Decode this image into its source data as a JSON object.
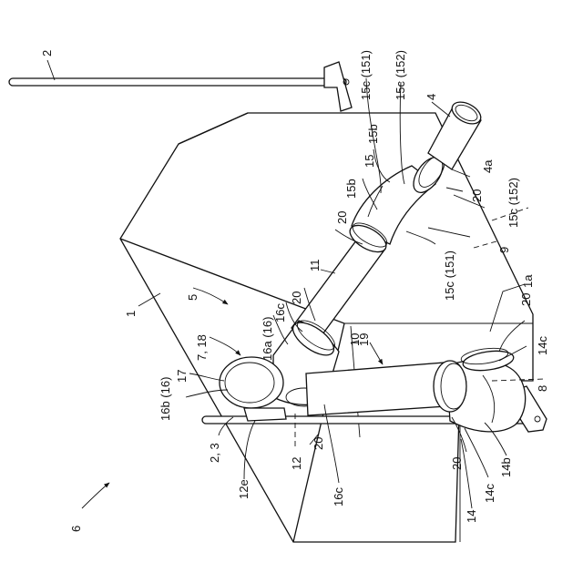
{
  "labels": {
    "l2_top": "2",
    "l15c151_top": "15c (151)",
    "l15c152_top": "15c (152)",
    "l4": "4",
    "l15b_top": "15b",
    "l15": "15",
    "l15b_mid": "15b",
    "l4a": "4a",
    "l20_a": "20",
    "l15c152_right": "15c (152)",
    "l20_b": "20",
    "l9": "9",
    "l11": "11",
    "l15c151_right": "15c (151)",
    "l1": "1",
    "l5": "5",
    "l1a": "1a",
    "l20_c": "20",
    "l16a": "16a (16)",
    "l16c_top": "16c",
    "l20_d": "20",
    "l718": "7, 18",
    "l19": "19",
    "l10": "10",
    "l14c_right": "14c",
    "l17": "17",
    "l16b": "16b (16)",
    "l8": "8",
    "l23": "2, 3",
    "l20_e": "20",
    "l12": "12",
    "l12e": "12e",
    "l20_f": "20",
    "l14b": "14b",
    "l14c_bottom": "14c",
    "l14": "14",
    "l16c_bottom": "16c",
    "l6": "6"
  }
}
